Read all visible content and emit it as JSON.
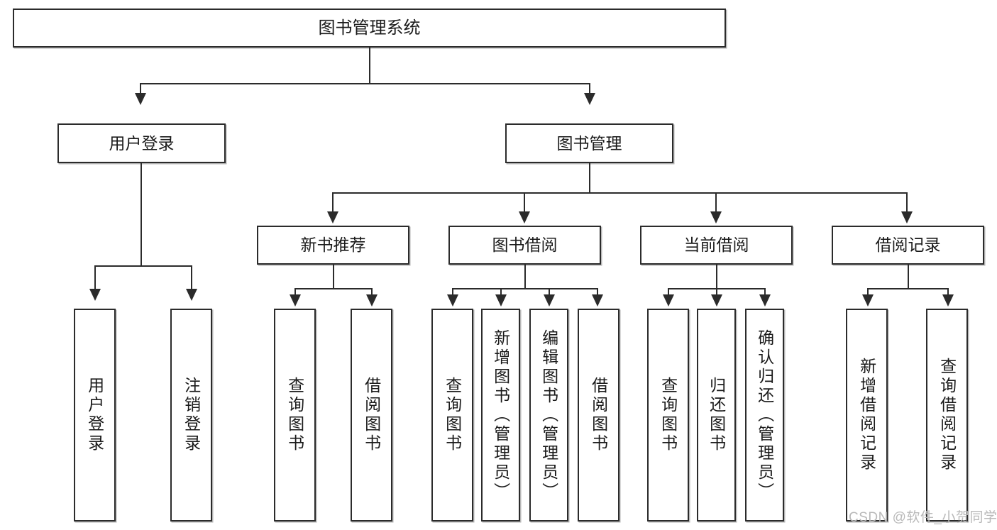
{
  "diagram": {
    "type": "tree-hierarchy",
    "title": "图书管理系统",
    "root": {
      "label": "图书管理系统"
    },
    "level1": [
      {
        "id": "user-login",
        "label": "用户登录"
      },
      {
        "id": "book-management",
        "label": "图书管理"
      }
    ],
    "level2": [
      {
        "id": "new-book-recommend",
        "label": "新书推荐",
        "parent": "book-management"
      },
      {
        "id": "book-borrow",
        "label": "图书借阅",
        "parent": "book-management"
      },
      {
        "id": "current-borrow",
        "label": "当前借阅",
        "parent": "book-management"
      },
      {
        "id": "borrow-record",
        "label": "借阅记录",
        "parent": "book-management"
      }
    ],
    "leaves": {
      "user-login": [
        {
          "id": "leaf-user-login",
          "label": "用户登录"
        },
        {
          "id": "leaf-logout-login",
          "label": "注销登录"
        }
      ],
      "new-book-recommend": [
        {
          "id": "leaf-query-book-1",
          "label": "查询图书"
        },
        {
          "id": "leaf-borrow-book-1",
          "label": "借阅图书"
        }
      ],
      "book-borrow": [
        {
          "id": "leaf-query-book-2",
          "label": "查询图书"
        },
        {
          "id": "leaf-add-book",
          "label": "新增图书（管理员）"
        },
        {
          "id": "leaf-edit-book",
          "label": "编辑图书（管理员）"
        },
        {
          "id": "leaf-borrow-book-2",
          "label": "借阅图书"
        }
      ],
      "current-borrow": [
        {
          "id": "leaf-query-book-3",
          "label": "查询图书"
        },
        {
          "id": "leaf-return-book",
          "label": "归还图书"
        },
        {
          "id": "leaf-confirm-return",
          "label": "确认归还（管理员）"
        }
      ],
      "borrow-record": [
        {
          "id": "leaf-add-borrow-record",
          "label": "新增借阅记录"
        },
        {
          "id": "leaf-query-borrow-record",
          "label": "查询借阅记录"
        }
      ]
    },
    "colors": {
      "box_border": "#2b2b2b",
      "box_fill": "#ffffff",
      "line": "#2b2b2b",
      "text": "#1a1a1a",
      "watermark": "#b9b9b9"
    }
  },
  "watermark": {
    "text": "CSDN @软件_小贺同学"
  }
}
